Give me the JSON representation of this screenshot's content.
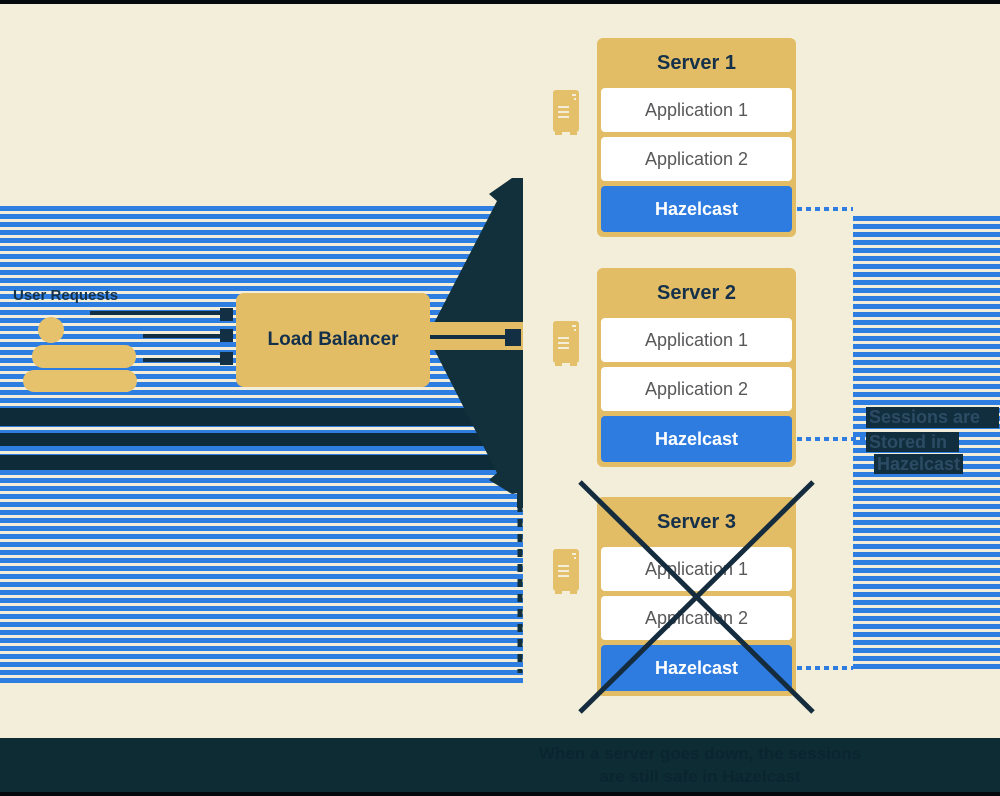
{
  "diagram": {
    "user_requests_label": "User Requests",
    "load_balancer_label": "Load Balancer",
    "servers": [
      {
        "title": "Server 1",
        "apps": [
          "Application 1",
          "Application 2"
        ],
        "cache": "Hazelcast",
        "crossed_out": false
      },
      {
        "title": "Server 2",
        "apps": [
          "Application 1",
          "Application 2"
        ],
        "cache": "Hazelcast",
        "crossed_out": false
      },
      {
        "title": "Server 3",
        "apps": [
          "Application 1",
          "Application 2"
        ],
        "cache": "Hazelcast",
        "crossed_out": true
      }
    ],
    "annotation": {
      "line1": "Sessions are",
      "line2": "Stored in",
      "line3": "Hazelcast"
    },
    "caption": {
      "line1": "When a server goes down, the sessions",
      "line2": "are still safe in Hazelcast"
    },
    "icons": [
      "users-icon",
      "server-tower-icon",
      "flow-arrow-icon",
      "crossed-out-x-icon"
    ],
    "colors": {
      "stripe_blue": "#2e7de0",
      "hazelcast_blue": "#2e7ce0",
      "gold": "#e3bd66",
      "cream": "#f2eed9",
      "dark_navy": "#11303c",
      "footer_teal": "#0e2c34"
    }
  }
}
